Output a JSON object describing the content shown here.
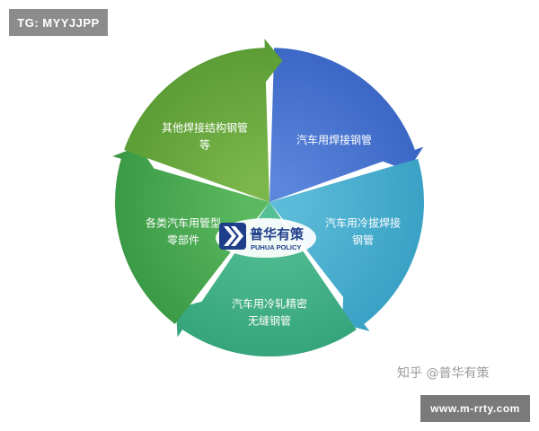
{
  "badge": {
    "text": "TG: MYYJJPP"
  },
  "url_badge": {
    "text": "www.m-rrty.com"
  },
  "watermark": {
    "text": "知乎 @普华有策"
  },
  "logo": {
    "name_cn": "普华有策",
    "name_en": "PUHUA POLICY"
  },
  "segments": [
    {
      "lines": [
        "汽车用焊接钢管"
      ],
      "color": "#3c67c6",
      "color_light": "#5a86dc"
    },
    {
      "lines": [
        "汽车用冷拔焊接",
        "钢管"
      ],
      "color": "#3aa2c5",
      "color_light": "#5cbbd8"
    },
    {
      "lines": [
        "汽车用冷轧精密",
        "无缝钢管"
      ],
      "color": "#36a57c",
      "color_light": "#55bf95"
    },
    {
      "lines": [
        "各类汽车用管型",
        "零部件"
      ],
      "color": "#3b9a46",
      "color_light": "#5bb95f"
    },
    {
      "lines": [
        "其他焊接结构钢管",
        "等"
      ],
      "color": "#5c9d35",
      "color_light": "#7bb74c"
    }
  ],
  "colors": {
    "logo_blue": "#1f3e8a",
    "badge_bg": "#8c8c8c",
    "url_bg": "#7a7a7a"
  }
}
